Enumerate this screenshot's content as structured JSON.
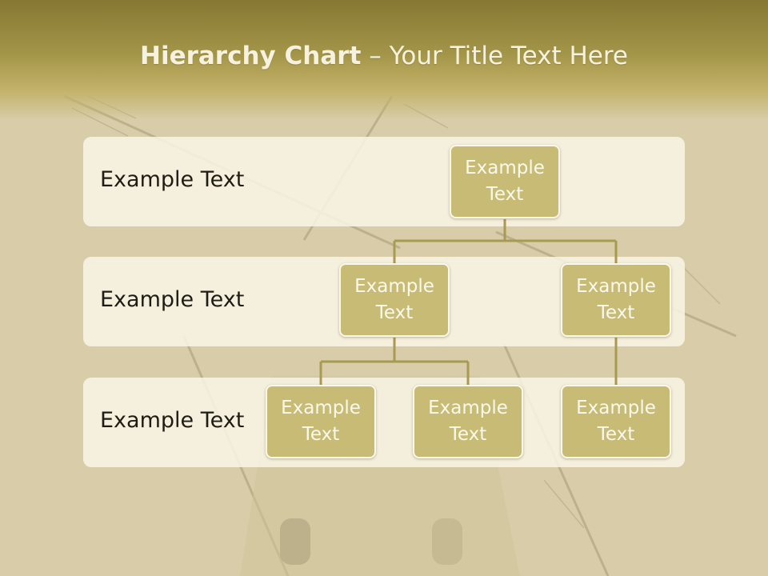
{
  "title": {
    "bold": "Hierarchy Chart",
    "rest": " – Your Title Text Here"
  },
  "bands": [
    {
      "label": "Example Text"
    },
    {
      "label": "Example Text"
    },
    {
      "label": "Example Text"
    }
  ],
  "nodes": {
    "root": "Example\nText",
    "mid_left": "Example\nText",
    "mid_right": "Example\nText",
    "leaf_1": "Example\nText",
    "leaf_2": "Example\nText",
    "leaf_3": "Example\nText"
  },
  "colors": {
    "header": "#a39548",
    "node_fill": "#c8bb76",
    "node_border": "#fbf8ea",
    "connector": "#a89a52",
    "band": "#f8f4e4"
  }
}
